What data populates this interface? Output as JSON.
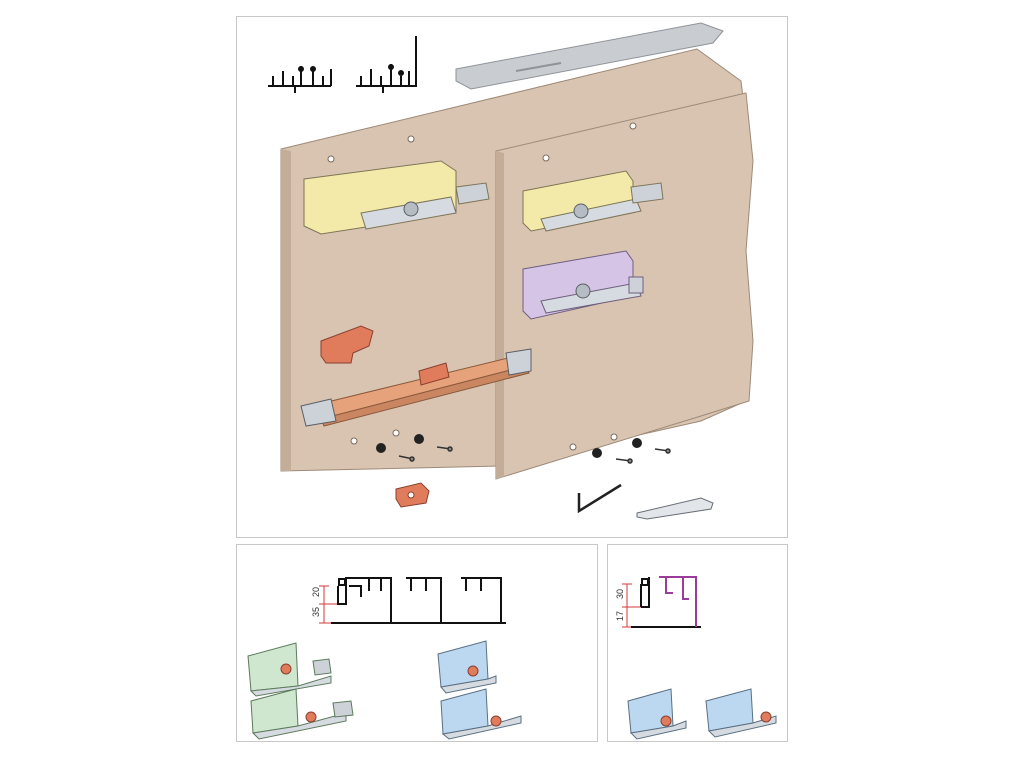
{
  "dimensions": {
    "profile_a_upper": "20",
    "profile_a_lower": "35",
    "profile_b_upper": "30",
    "profile_b_lower": "17"
  },
  "colors": {
    "board": "#d9c4b2",
    "board_edge": "#c4ad98",
    "rail_top": "#c9ccd0",
    "bracket_yellow": "#f3e9a8",
    "bracket_purple": "#d6c4e6",
    "damper_orange": "#e6a27a",
    "stopper_red": "#e07c5c",
    "bracket_green": "#cfe6cf",
    "bracket_blue": "#bcd8f0",
    "dim_red": "#d63a3a",
    "profile_purple": "#9b3c9b"
  },
  "icons": [
    "track-profile-icon",
    "wall-bracket-icon",
    "roller-carriage-icon",
    "soft-close-damper-icon",
    "floor-guide-icon",
    "screw-icon",
    "allen-key-icon",
    "spacer-plate-icon"
  ]
}
